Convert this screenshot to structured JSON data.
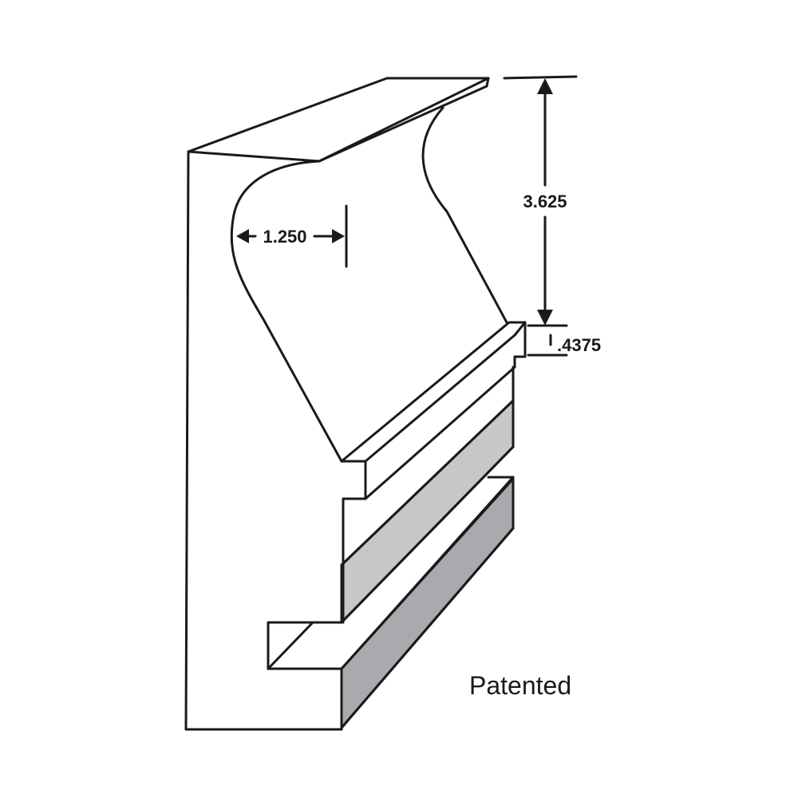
{
  "dimensions": {
    "profile_depth": "1.250",
    "height": "3.625",
    "lip": ".4375"
  },
  "note": "Patented",
  "colors": {
    "outline": "#1a1a1a",
    "background": "#ffffff",
    "shade_light": "#c6c7c9",
    "shade_dark": "#a9aaad"
  }
}
